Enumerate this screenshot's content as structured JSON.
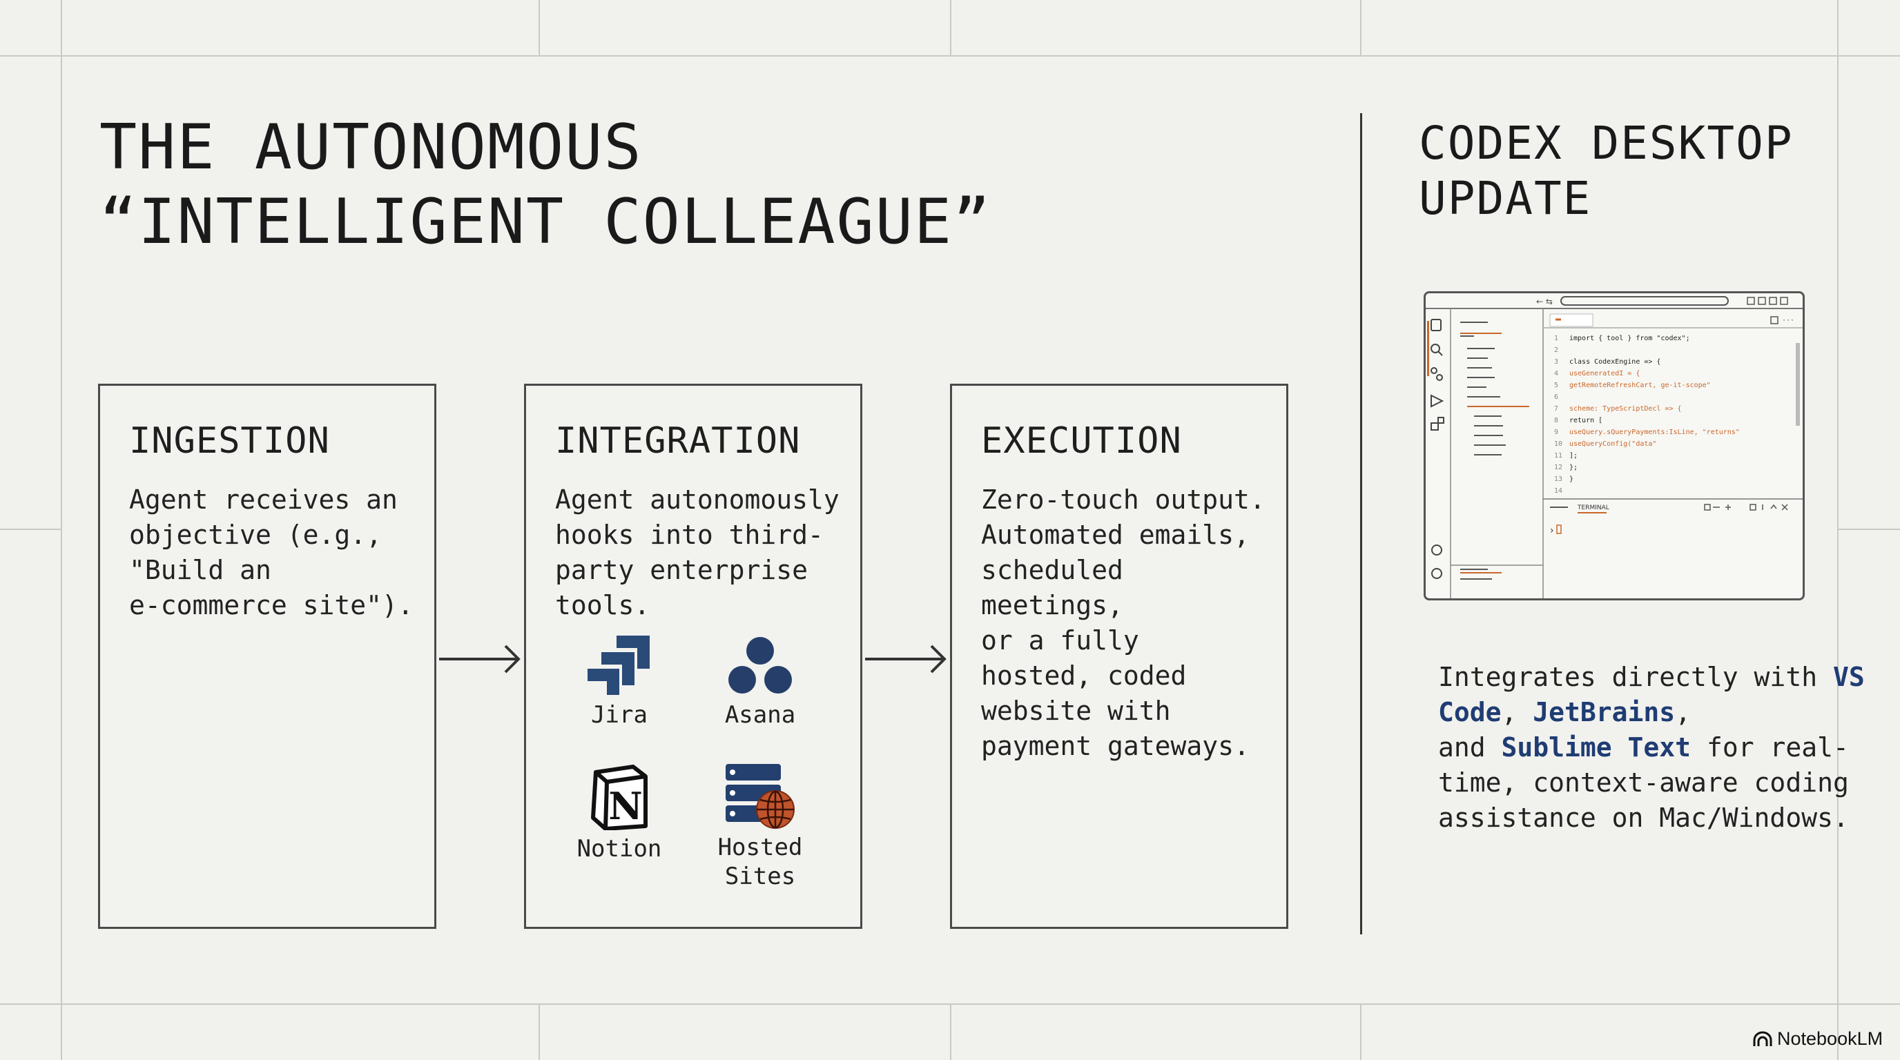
{
  "title": {
    "line1": "THE AUTONOMOUS",
    "line2": "“INTELLIGENT COLLEAGUE”"
  },
  "stages": [
    {
      "heading": "INGESTION",
      "body": "Agent receives an\nobjective (e.g.,\n\"Build an\ne-commerce site\")."
    },
    {
      "heading": "INTEGRATION",
      "body": "Agent autonomously\nhooks into third-\nparty enterprise\ntools."
    },
    {
      "heading": "EXECUTION",
      "body": "Zero-touch output.\nAutomated emails,\nscheduled meetings,\nor a fully\nhosted, coded\nwebsite with\npayment gateways."
    }
  ],
  "tools": [
    {
      "name": "Jira",
      "icon": "jira-icon"
    },
    {
      "name": "Asana",
      "icon": "asana-icon"
    },
    {
      "name": "Notion",
      "icon": "notion-icon"
    },
    {
      "name": "Hosted\nSites",
      "icon": "hosted-sites-icon"
    }
  ],
  "side": {
    "title_line1": "CODEX DESKTOP",
    "title_line2": "UPDATE",
    "desc_part1": "Integrates directly with ",
    "editor1": "VS Code",
    "sep1": ", ",
    "editor2": "JetBrains",
    "sep2": ",\nand ",
    "editor3": "Sublime Text",
    "desc_part2": " for real-time, context-aware coding assistance on Mac/Windows."
  },
  "ide": {
    "code_lines": [
      "import { tool } from \"codex\";",
      "",
      "class CodexEngine => {",
      "  useGeneratedI = {",
      "    getRemoteRefreshCart, ge-it-scope\"",
      "",
      "  scheme: TypeScriptDecl => {",
      "    return [",
      "      useQuery.sQueryPayments:IsLine, \"returns\"",
      "      useQueryConfig(\"data\"",
      "    ];",
      "  };",
      "}",
      ""
    ],
    "terminal_label": "TERMINAL",
    "prompt": "›"
  },
  "colors": {
    "accent_blue": "#1f3c73",
    "ide_orange": "#c9682a",
    "background": "#f1f1ee"
  },
  "brand": "NotebookLM"
}
